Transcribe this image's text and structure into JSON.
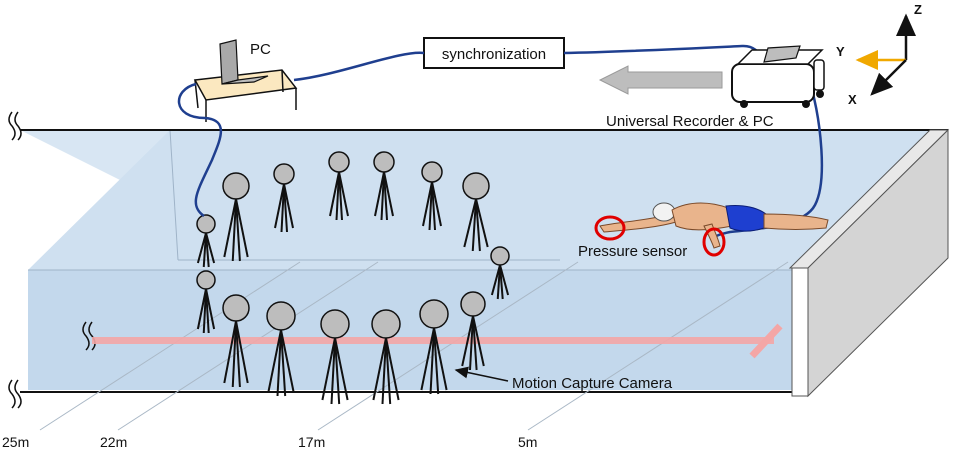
{
  "labels": {
    "pc": "PC",
    "sync": "synchronization",
    "recorder": "Universal Recorder & PC",
    "pressure": "Pressure sensor",
    "camera": "Motion Capture Camera"
  },
  "axes": {
    "z": "Z",
    "y": "Y",
    "x": "X"
  },
  "distances": [
    "25m",
    "22m",
    "17m",
    "5m"
  ],
  "colors": {
    "water": "#cfe0f0",
    "cable": "#1f3f8f",
    "y_axis": "#f0a800",
    "pressure_ring": "#e00000",
    "laser": "#f4a6a6"
  }
}
